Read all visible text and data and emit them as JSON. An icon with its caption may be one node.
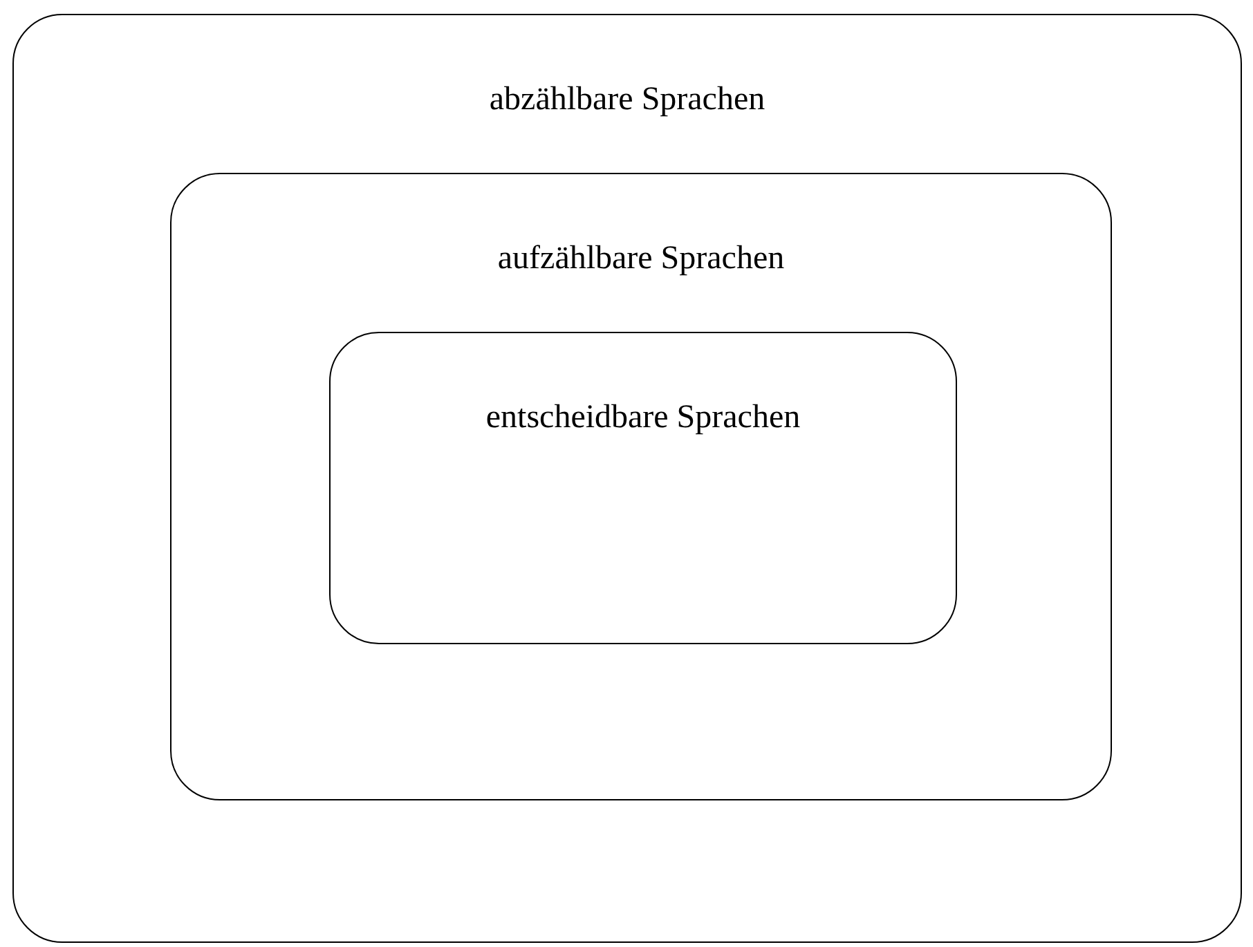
{
  "diagram": {
    "nodes": [
      {
        "text": [
          "abzählbare Sprachen"
        ]
      },
      {
        "text": [
          "aufzählbare Sprachen"
        ],
        "in": 0
      },
      {
        "text": [
          "entscheidbare Sprachen"
        ],
        "in": 1
      }
    ]
  }
}
